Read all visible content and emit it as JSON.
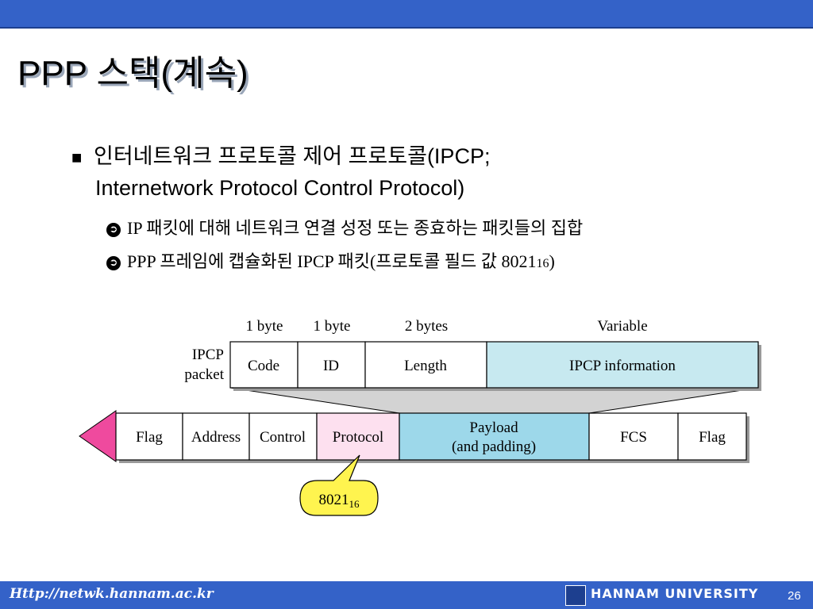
{
  "slide": {
    "title": "PPP 스택(계속)",
    "bullet_marker": "■",
    "bullet_line1": "인터네트워크 프로토콜 제어 프로토콜(IPCP;",
    "bullet_line2": "Internetwork Protocol Control Protocol)",
    "sub_marker": "➲",
    "sub1": "IP 패킷에 대해 네트워크 연결 성정 또는 종효하는 패킷들의 집합",
    "sub2_text": "PPP 프레임에 캡슐화된 IPCP 패킷(프로토콜 필드 값 8021",
    "sub2_subscript": "16",
    "sub2_close": ")"
  },
  "diagram": {
    "packet_label_line1": "IPCP",
    "packet_label_line2": "packet",
    "field_sizes": [
      "1 byte",
      "1 byte",
      "2 bytes",
      "Variable"
    ],
    "ipcp_fields": [
      "Code",
      "ID",
      "Length",
      "IPCP information"
    ],
    "frame_fields": [
      "Flag",
      "Address",
      "Control",
      "Protocol",
      "Payload",
      "FCS",
      "Flag"
    ],
    "payload_line2": "(and padding)",
    "callout_value": "8021",
    "callout_subscript": "16",
    "colors": {
      "ipcp_info": "#c7e9f0",
      "protocol": "#fde0ef",
      "payload": "#9dd8ea",
      "arrow": "#ef4a9e",
      "callout": "#fff44f",
      "bar": "#3462c8"
    }
  },
  "footer": {
    "url": "Http://netwk.hannam.ac.kr",
    "university": "HANNAM  UNIVERSITY",
    "page": "26"
  }
}
